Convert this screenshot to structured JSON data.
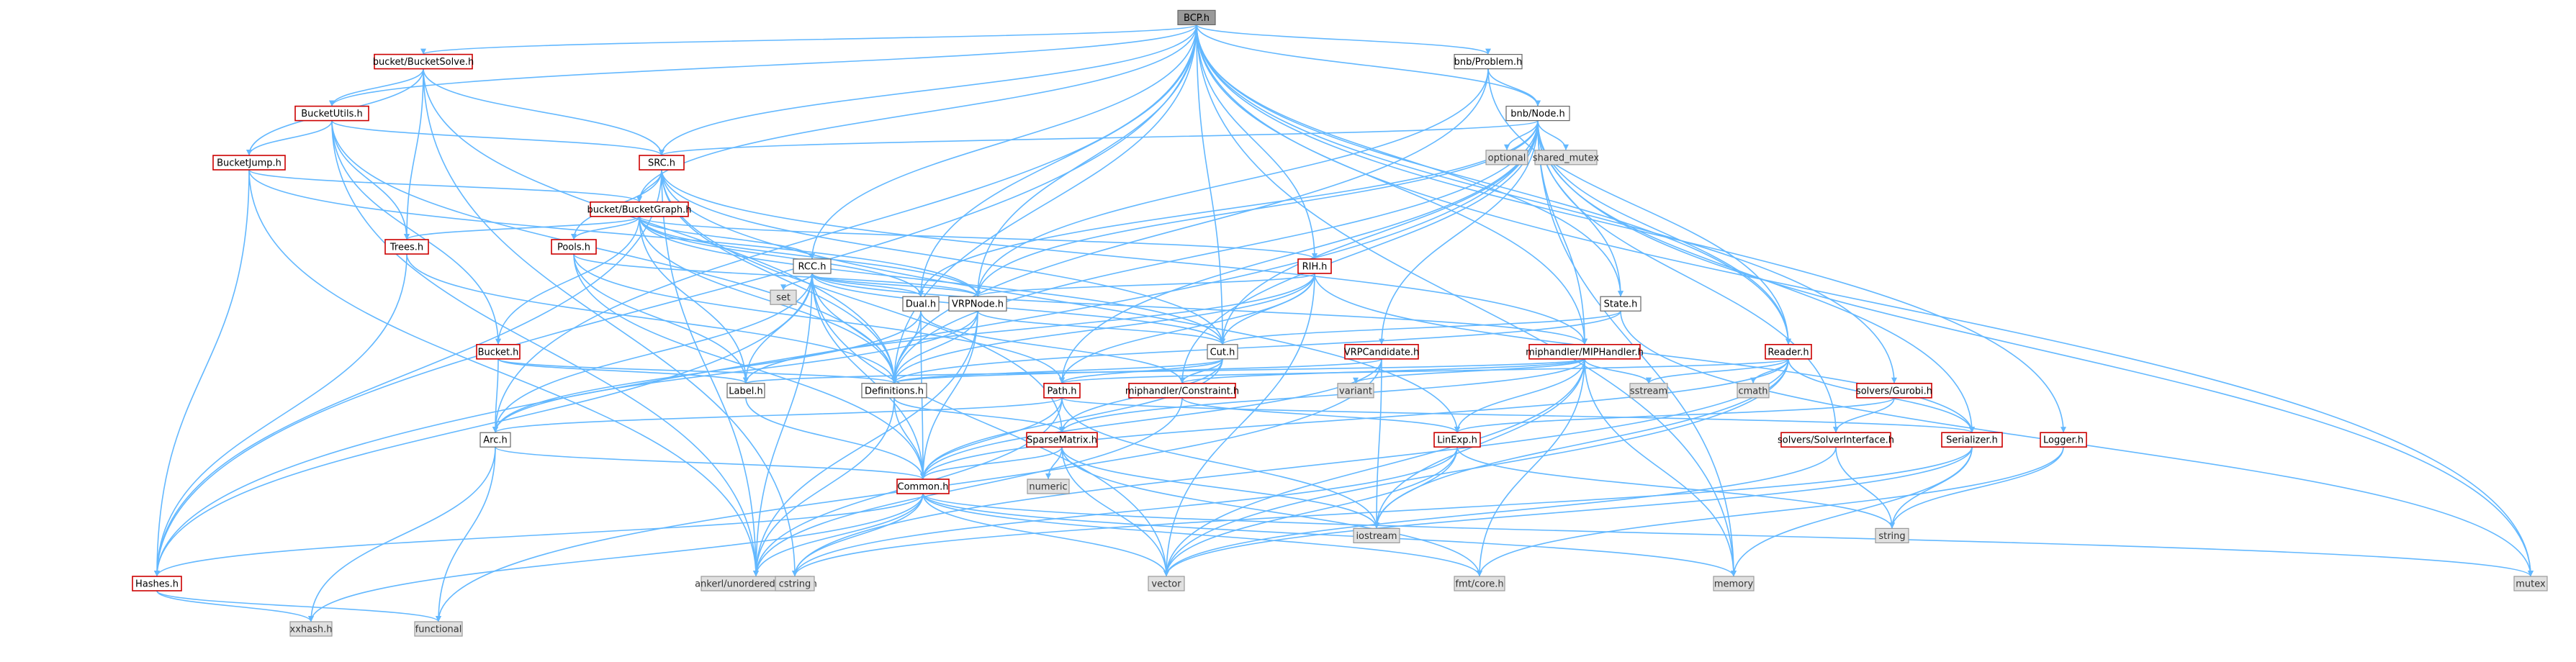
{
  "graph": {
    "title": "BCP.h",
    "colors": {
      "edge": "#63b8ff",
      "red_border": "#cc0000",
      "std_fill": "#e0e0e0",
      "root_fill": "#999999"
    },
    "nodes": [
      {
        "id": "bcp",
        "label": "BCP.h",
        "kind": "root"
      },
      {
        "id": "bucketsolve",
        "label": "bucket/BucketSolve.h",
        "kind": "red"
      },
      {
        "id": "bnbproblem",
        "label": "bnb/Problem.h",
        "kind": "plain"
      },
      {
        "id": "bucketutils",
        "label": "BucketUtils.h",
        "kind": "red"
      },
      {
        "id": "bnbnode",
        "label": "bnb/Node.h",
        "kind": "plain"
      },
      {
        "id": "bucketjump",
        "label": "BucketJump.h",
        "kind": "red"
      },
      {
        "id": "src",
        "label": "SRC.h",
        "kind": "red"
      },
      {
        "id": "optional",
        "label": "optional",
        "kind": "std"
      },
      {
        "id": "shared_mutex",
        "label": "shared_mutex",
        "kind": "std"
      },
      {
        "id": "bucketgraph",
        "label": "bucket/BucketGraph.h",
        "kind": "red"
      },
      {
        "id": "trees",
        "label": "Trees.h",
        "kind": "red"
      },
      {
        "id": "pools",
        "label": "Pools.h",
        "kind": "red"
      },
      {
        "id": "rcc",
        "label": "RCC.h",
        "kind": "plain"
      },
      {
        "id": "rih",
        "label": "RIH.h",
        "kind": "red"
      },
      {
        "id": "set",
        "label": "set",
        "kind": "std"
      },
      {
        "id": "vrpnode",
        "label": "VRPNode.h",
        "kind": "plain"
      },
      {
        "id": "dual",
        "label": "Dual.h",
        "kind": "plain"
      },
      {
        "id": "state",
        "label": "State.h",
        "kind": "plain"
      },
      {
        "id": "bucket",
        "label": "Bucket.h",
        "kind": "red"
      },
      {
        "id": "cut",
        "label": "Cut.h",
        "kind": "plain"
      },
      {
        "id": "vrpcandidate",
        "label": "VRPCandidate.h",
        "kind": "red"
      },
      {
        "id": "miphandler",
        "label": "miphandler/MIPHandler.h",
        "kind": "red"
      },
      {
        "id": "reader",
        "label": "Reader.h",
        "kind": "red"
      },
      {
        "id": "label",
        "label": "Label.h",
        "kind": "plain"
      },
      {
        "id": "definitions",
        "label": "Definitions.h",
        "kind": "plain"
      },
      {
        "id": "path",
        "label": "Path.h",
        "kind": "red"
      },
      {
        "id": "constraint",
        "label": "miphandler/Constraint.h",
        "kind": "red"
      },
      {
        "id": "variant",
        "label": "variant",
        "kind": "std"
      },
      {
        "id": "sstream",
        "label": "sstream",
        "kind": "std"
      },
      {
        "id": "cmath",
        "label": "cmath",
        "kind": "std"
      },
      {
        "id": "gurobi",
        "label": "solvers/Gurobi.h",
        "kind": "red"
      },
      {
        "id": "arc",
        "label": "Arc.h",
        "kind": "plain"
      },
      {
        "id": "sparsematrix",
        "label": "SparseMatrix.h",
        "kind": "red"
      },
      {
        "id": "linexp",
        "label": "LinExp.h",
        "kind": "red"
      },
      {
        "id": "solverinterface",
        "label": "solvers/SolverInterface.h",
        "kind": "red"
      },
      {
        "id": "serializer",
        "label": "Serializer.h",
        "kind": "red"
      },
      {
        "id": "logger",
        "label": "Logger.h",
        "kind": "red"
      },
      {
        "id": "numeric",
        "label": "numeric",
        "kind": "std"
      },
      {
        "id": "iostream",
        "label": "iostream",
        "kind": "std"
      },
      {
        "id": "string",
        "label": "string",
        "kind": "std"
      },
      {
        "id": "common",
        "label": "Common.h",
        "kind": "red"
      },
      {
        "id": "ankerl",
        "label": "ankerl/unordered_dense.h",
        "kind": "std"
      },
      {
        "id": "cstring",
        "label": "cstring",
        "kind": "std"
      },
      {
        "id": "vector",
        "label": "vector",
        "kind": "std"
      },
      {
        "id": "fmtcore",
        "label": "fmt/core.h",
        "kind": "std"
      },
      {
        "id": "memory",
        "label": "memory",
        "kind": "std"
      },
      {
        "id": "mutex",
        "label": "mutex",
        "kind": "std"
      },
      {
        "id": "hashes",
        "label": "Hashes.h",
        "kind": "red"
      },
      {
        "id": "xxhash",
        "label": "xxhash.h",
        "kind": "std"
      },
      {
        "id": "functional",
        "label": "functional",
        "kind": "std"
      }
    ],
    "edges": [
      [
        "bcp",
        "bucketsolve"
      ],
      [
        "bcp",
        "bnbproblem"
      ],
      [
        "bcp",
        "bucketutils"
      ],
      [
        "bcp",
        "bnbnode"
      ],
      [
        "bcp",
        "src"
      ],
      [
        "bcp",
        "bucketgraph"
      ],
      [
        "bcp",
        "rcc"
      ],
      [
        "bcp",
        "rih"
      ],
      [
        "bcp",
        "vrpnode"
      ],
      [
        "bcp",
        "state"
      ],
      [
        "bcp",
        "cut"
      ],
      [
        "bcp",
        "definitions"
      ],
      [
        "bcp",
        "reader"
      ],
      [
        "bcp",
        "gurobi"
      ],
      [
        "bcp",
        "logger"
      ],
      [
        "bcp",
        "mutex"
      ],
      [
        "bcp",
        "hashes"
      ],
      [
        "bcp",
        "arc"
      ],
      [
        "bcp",
        "miphandler"
      ],
      [
        "bcp",
        "memory"
      ],
      [
        "bcp",
        "dual"
      ],
      [
        "bucketsolve",
        "bucketutils"
      ],
      [
        "bucketsolve",
        "src"
      ],
      [
        "bucketsolve",
        "trees"
      ],
      [
        "bucketsolve",
        "definitions"
      ],
      [
        "bucketsolve",
        "bucketjump"
      ],
      [
        "bucketsolve",
        "cstring"
      ],
      [
        "bnbproblem",
        "bnbnode"
      ],
      [
        "bnbproblem",
        "vrpnode"
      ],
      [
        "bnbproblem",
        "reader"
      ],
      [
        "bnbproblem",
        "definitions"
      ],
      [
        "bucketutils",
        "bucketjump"
      ],
      [
        "bucketutils",
        "src"
      ],
      [
        "bucketutils",
        "trees"
      ],
      [
        "bucketutils",
        "bucket"
      ],
      [
        "bucketutils",
        "definitions"
      ],
      [
        "bucketutils",
        "ankerl"
      ],
      [
        "bnbnode",
        "optional"
      ],
      [
        "bnbnode",
        "shared_mutex"
      ],
      [
        "bnbnode",
        "src"
      ],
      [
        "bnbnode",
        "state"
      ],
      [
        "bnbnode",
        "vrpcandidate"
      ],
      [
        "bnbnode",
        "miphandler"
      ],
      [
        "bnbnode",
        "serializer"
      ],
      [
        "bnbnode",
        "memory"
      ],
      [
        "bnbnode",
        "mutex"
      ],
      [
        "bnbnode",
        "hashes"
      ],
      [
        "bnbnode",
        "dual"
      ],
      [
        "bnbnode",
        "cut"
      ],
      [
        "bnbnode",
        "definitions"
      ],
      [
        "bnbnode",
        "path"
      ],
      [
        "bnbnode",
        "vrpnode"
      ],
      [
        "bnbnode",
        "solverinterface"
      ],
      [
        "bnbnode",
        "constraint"
      ],
      [
        "bnbnode",
        "reader"
      ],
      [
        "bucketjump",
        "bucketgraph"
      ],
      [
        "bucketjump",
        "hashes"
      ],
      [
        "bucketjump",
        "ankerl"
      ],
      [
        "bucketjump",
        "vrpnode"
      ],
      [
        "src",
        "bucketgraph"
      ],
      [
        "src",
        "pools"
      ],
      [
        "src",
        "cut"
      ],
      [
        "src",
        "definitions"
      ],
      [
        "src",
        "sparsematrix"
      ],
      [
        "src",
        "miphandler"
      ],
      [
        "src",
        "hashes"
      ],
      [
        "src",
        "ankerl"
      ],
      [
        "src",
        "linexp"
      ],
      [
        "bucketgraph",
        "trees"
      ],
      [
        "bucketgraph",
        "pools"
      ],
      [
        "bucketgraph",
        "rcc"
      ],
      [
        "bucketgraph",
        "rih"
      ],
      [
        "bucketgraph",
        "vrpnode"
      ],
      [
        "bucketgraph",
        "dual"
      ],
      [
        "bucketgraph",
        "bucket"
      ],
      [
        "bucketgraph",
        "label"
      ],
      [
        "bucketgraph",
        "definitions"
      ],
      [
        "bucketgraph",
        "cut"
      ],
      [
        "trees",
        "definitions"
      ],
      [
        "trees",
        "hashes"
      ],
      [
        "pools",
        "vrpnode"
      ],
      [
        "pools",
        "label"
      ],
      [
        "pools",
        "path"
      ],
      [
        "pools",
        "common"
      ],
      [
        "rcc",
        "set"
      ],
      [
        "rcc",
        "dual"
      ],
      [
        "rcc",
        "vrpnode"
      ],
      [
        "rcc",
        "cut"
      ],
      [
        "rcc",
        "definitions"
      ],
      [
        "rcc",
        "miphandler"
      ],
      [
        "rcc",
        "hashes"
      ],
      [
        "rcc",
        "arc"
      ],
      [
        "rcc",
        "common"
      ],
      [
        "rcc",
        "ankerl"
      ],
      [
        "rcc",
        "label"
      ],
      [
        "rcc",
        "vector"
      ],
      [
        "rih",
        "vrpnode"
      ],
      [
        "rih",
        "cut"
      ],
      [
        "rih",
        "definitions"
      ],
      [
        "rih",
        "path"
      ],
      [
        "rih",
        "serializer"
      ],
      [
        "rih",
        "vector"
      ],
      [
        "rih",
        "label"
      ],
      [
        "vrpnode",
        "definitions"
      ],
      [
        "vrpnode",
        "arc"
      ],
      [
        "vrpnode",
        "common"
      ],
      [
        "vrpnode",
        "cut"
      ],
      [
        "vrpnode",
        "ankerl"
      ],
      [
        "dual",
        "definitions"
      ],
      [
        "dual",
        "arc"
      ],
      [
        "dual",
        "constraint"
      ],
      [
        "dual",
        "common"
      ],
      [
        "state",
        "cut"
      ],
      [
        "state",
        "definitions"
      ],
      [
        "state",
        "mutex"
      ],
      [
        "bucket",
        "label"
      ],
      [
        "bucket",
        "definitions"
      ],
      [
        "bucket",
        "arc"
      ],
      [
        "cut",
        "definitions"
      ],
      [
        "cut",
        "path"
      ],
      [
        "cut",
        "constraint"
      ],
      [
        "cut",
        "sparsematrix"
      ],
      [
        "cut",
        "common"
      ],
      [
        "vrpcandidate",
        "definitions"
      ],
      [
        "vrpcandidate",
        "iostream"
      ],
      [
        "vrpcandidate",
        "functional"
      ],
      [
        "vrpcandidate",
        "common"
      ],
      [
        "miphandler",
        "label"
      ],
      [
        "miphandler",
        "variant"
      ],
      [
        "miphandler",
        "sstream"
      ],
      [
        "miphandler",
        "linexp"
      ],
      [
        "miphandler",
        "constraint"
      ],
      [
        "miphandler",
        "sparsematrix"
      ],
      [
        "miphandler",
        "vector"
      ],
      [
        "miphandler",
        "fmtcore"
      ],
      [
        "miphandler",
        "iostream"
      ],
      [
        "miphandler",
        "memory"
      ],
      [
        "reader",
        "sstream"
      ],
      [
        "reader",
        "cmath"
      ],
      [
        "reader",
        "path"
      ],
      [
        "reader",
        "serializer"
      ],
      [
        "reader",
        "vector"
      ],
      [
        "reader",
        "iostream"
      ],
      [
        "reader",
        "cstring"
      ],
      [
        "reader",
        "common"
      ],
      [
        "label",
        "common"
      ],
      [
        "definitions",
        "common"
      ],
      [
        "definitions",
        "sparsematrix"
      ],
      [
        "definitions",
        "ankerl"
      ],
      [
        "path",
        "arc"
      ],
      [
        "path",
        "common"
      ],
      [
        "path",
        "serializer"
      ],
      [
        "path",
        "iostream"
      ],
      [
        "path",
        "ankerl"
      ],
      [
        "constraint",
        "linexp"
      ],
      [
        "constraint",
        "ankerl"
      ],
      [
        "gurobi",
        "solverinterface"
      ],
      [
        "gurobi",
        "linexp"
      ],
      [
        "arc",
        "common"
      ],
      [
        "arc",
        "xxhash"
      ],
      [
        "arc",
        "functional"
      ],
      [
        "sparsematrix",
        "common"
      ],
      [
        "sparsematrix",
        "numeric"
      ],
      [
        "sparsematrix",
        "vector"
      ],
      [
        "sparsematrix",
        "iostream"
      ],
      [
        "sparsematrix",
        "fmtcore"
      ],
      [
        "linexp",
        "iostream"
      ],
      [
        "linexp",
        "vector"
      ],
      [
        "linexp",
        "string"
      ],
      [
        "linexp",
        "cstring"
      ],
      [
        "solverinterface",
        "string"
      ],
      [
        "solverinterface",
        "vector"
      ],
      [
        "serializer",
        "string"
      ],
      [
        "serializer",
        "memory"
      ],
      [
        "serializer",
        "vector"
      ],
      [
        "serializer",
        "cstring"
      ],
      [
        "logger",
        "string"
      ],
      [
        "logger",
        "fmtcore"
      ],
      [
        "common",
        "hashes"
      ],
      [
        "common",
        "ankerl"
      ],
      [
        "common",
        "cstring"
      ],
      [
        "common",
        "vector"
      ],
      [
        "common",
        "fmtcore"
      ],
      [
        "common",
        "memory"
      ],
      [
        "common",
        "mutex"
      ],
      [
        "common",
        "xxhash"
      ],
      [
        "hashes",
        "xxhash"
      ],
      [
        "hashes",
        "functional"
      ]
    ]
  }
}
